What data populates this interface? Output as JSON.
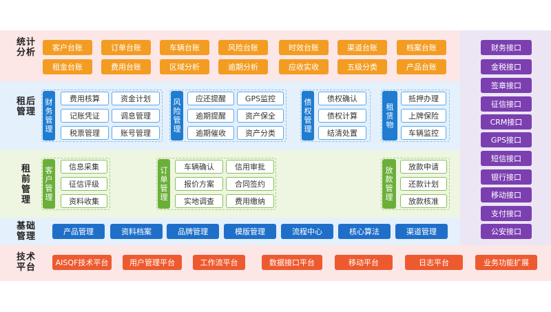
{
  "bands": {
    "stat": {
      "label": "统计分析",
      "items": [
        "客户台账",
        "订单台账",
        "车辆台账",
        "风险台账",
        "时效台账",
        "渠道台账",
        "档案台账",
        "租金台账",
        "费用台账",
        "区域分析",
        "逾期分析",
        "应收实收",
        "五级分类",
        "产品台账"
      ]
    },
    "post": {
      "label": "租后管理",
      "groups": [
        {
          "title": "财务管理",
          "items": [
            "费用核算",
            "资金计划",
            "记账凭证",
            "调息管理",
            "税票管理",
            "账号管理"
          ]
        },
        {
          "title": "风险管理",
          "items": [
            "应还提醒",
            "GPS监控",
            "逾期提醒",
            "资产保全",
            "逾期催收",
            "资产分类"
          ]
        },
        {
          "title": "债权管理",
          "items": [
            "债权确认",
            "债权计算",
            "结清处置"
          ]
        },
        {
          "title": "租赁物",
          "items": [
            "抵押办理",
            "上牌保险",
            "车辆监控"
          ]
        }
      ]
    },
    "pre": {
      "label": "租前管理",
      "groups": [
        {
          "title": "客户管理",
          "items": [
            "信息采集",
            "征信评级",
            "资料收集"
          ]
        },
        {
          "title": "订单管理",
          "items": [
            "车辆确认",
            "信用审批",
            "报价方案",
            "合同签约",
            "实地调查",
            "费用缴纳"
          ]
        },
        {
          "title": "放款管理",
          "items": [
            "放款申请",
            "还款计划",
            "放款核准"
          ]
        }
      ]
    },
    "base": {
      "label": "基础管理",
      "items": [
        "产品管理",
        "资料档案",
        "品牌管理",
        "模版管理",
        "流程中心",
        "核心算法",
        "渠道管理"
      ]
    },
    "tech": {
      "label": "技术平台",
      "items": [
        "AISQF技术平台",
        "用户管理平台",
        "工作流平台",
        "数据接口平台",
        "移动平台",
        "日志平台",
        "业务功能扩展"
      ]
    }
  },
  "interfaces": [
    "财务接口",
    "金税接口",
    "签章接口",
    "征信接口",
    "CRM接口",
    "GPS接口",
    "短信接口",
    "银行接口",
    "移动接口",
    "支付接口",
    "公安接口"
  ],
  "colors": {
    "stat_bg": "#fde6e6",
    "post_bg": "#e4f0fb",
    "pre_bg": "#eef6e2",
    "base_bg": "#e4f0fb",
    "tech_bg": "#fde6e6",
    "side_bg": "#ece6f4",
    "orange": "#f39c22",
    "blue": "#1f6fc9",
    "green": "#6aaf3a",
    "red": "#ee5a2f",
    "purple": "#7b3fb0"
  }
}
